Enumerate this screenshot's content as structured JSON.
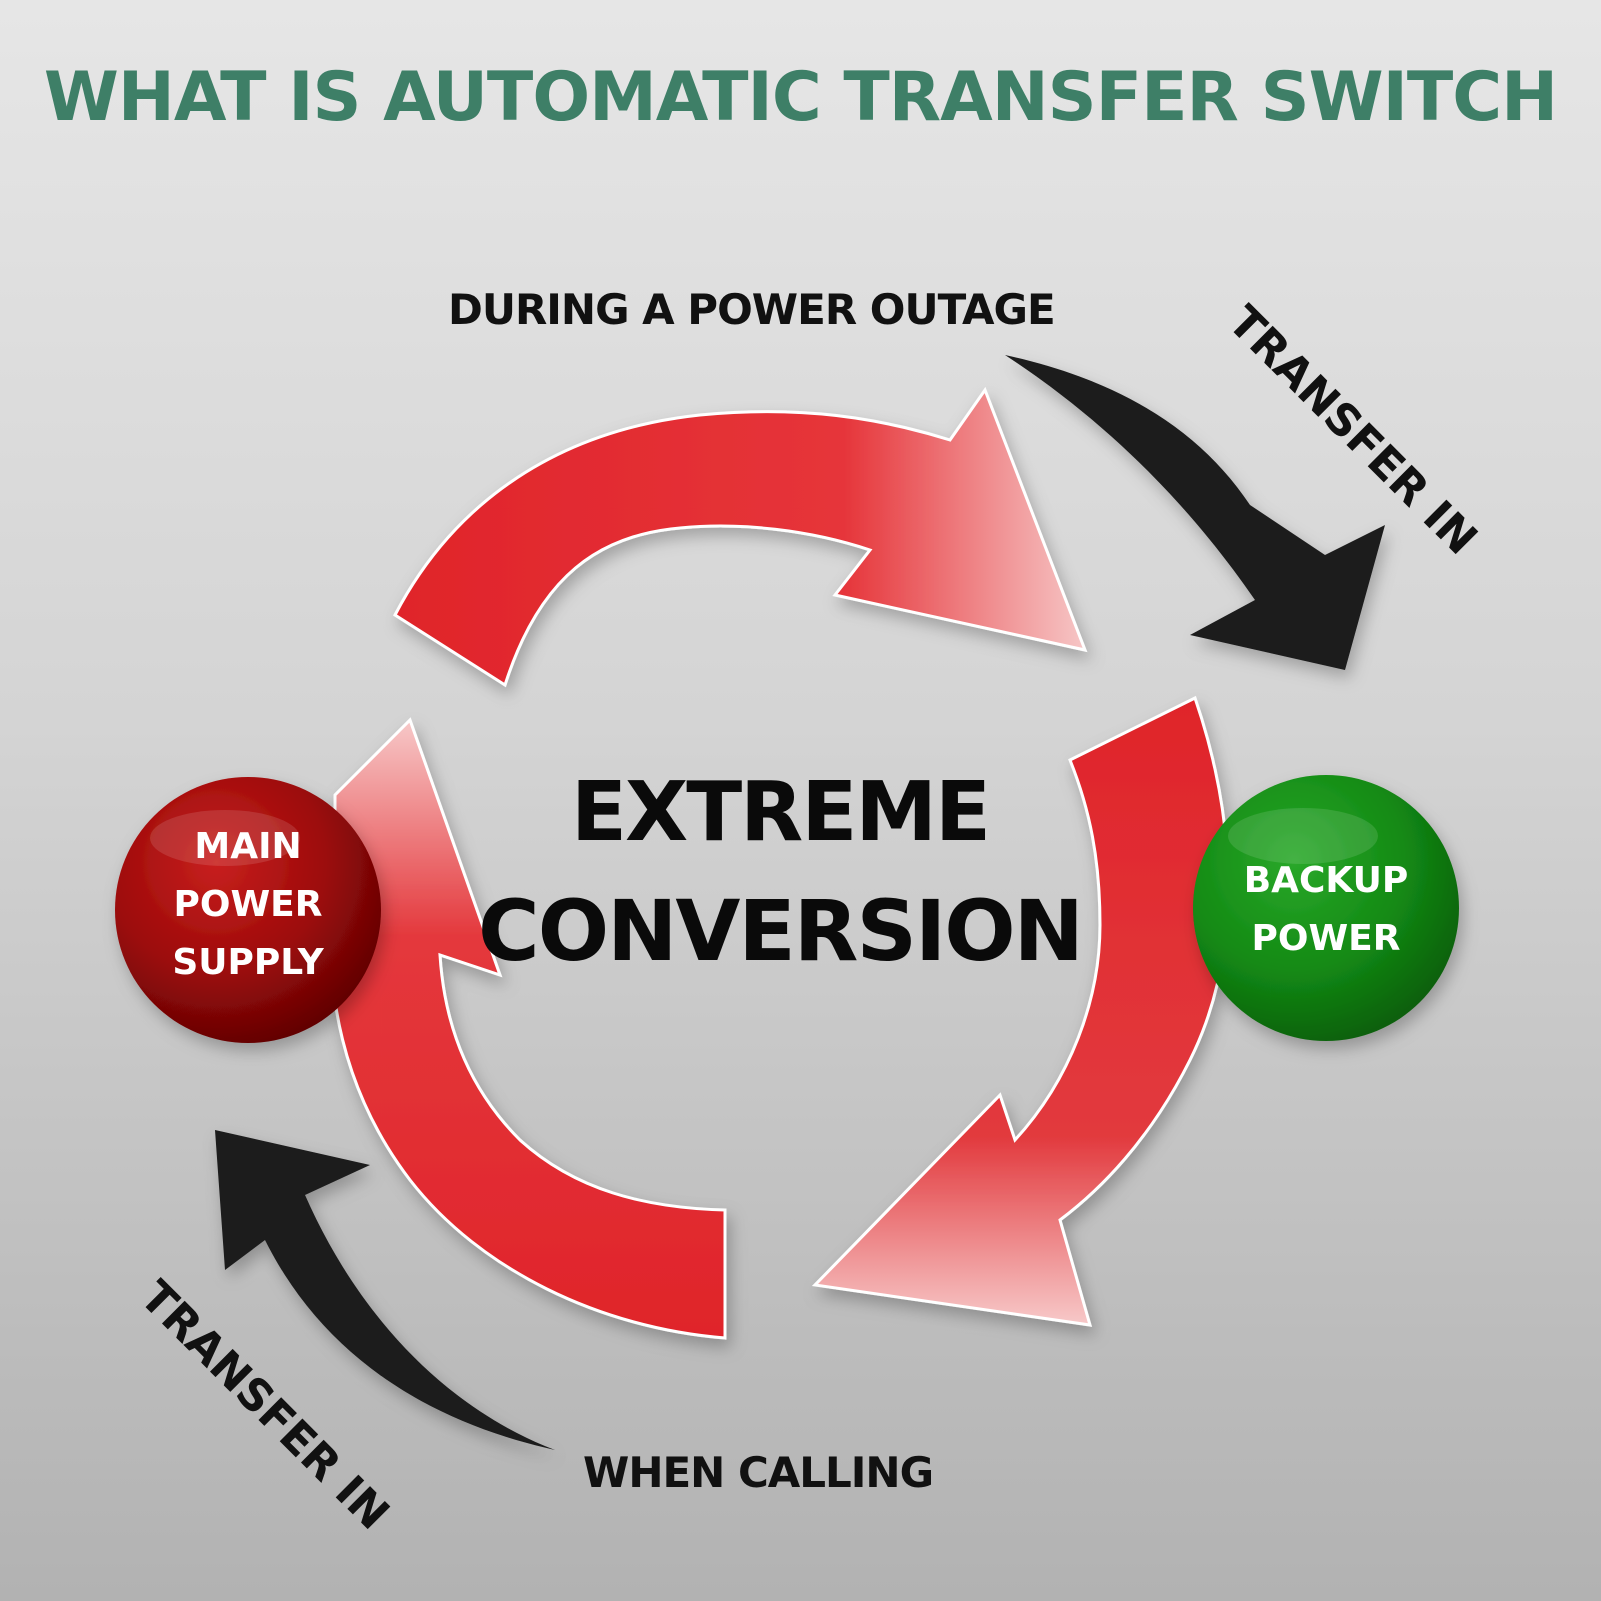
{
  "title": "WHAT IS AUTOMATIC TRANSFER SWITCH",
  "captions": {
    "top": "DURING A POWER OUTAGE",
    "bottom": "WHEN CALLING",
    "transfer_top": "TRANSFER IN",
    "transfer_bottom": "TRANSFER IN"
  },
  "center": {
    "line1": "EXTREME",
    "line2": "CONVERSION"
  },
  "main_power": {
    "line1": "MAIN",
    "line2": "POWER",
    "line3": "SUPPLY"
  },
  "backup_power": {
    "line1": "BACKUP",
    "line2": "POWER"
  },
  "colors": {
    "title": "#3e7f67",
    "red_arrow": "#e0242a",
    "black_arrow": "#1a1a1a",
    "main_ball": "#9c0a0a",
    "backup_ball": "#138a14"
  },
  "icons": [
    "red-cycle-arrow",
    "black-curved-arrow",
    "red-sphere",
    "green-sphere"
  ]
}
